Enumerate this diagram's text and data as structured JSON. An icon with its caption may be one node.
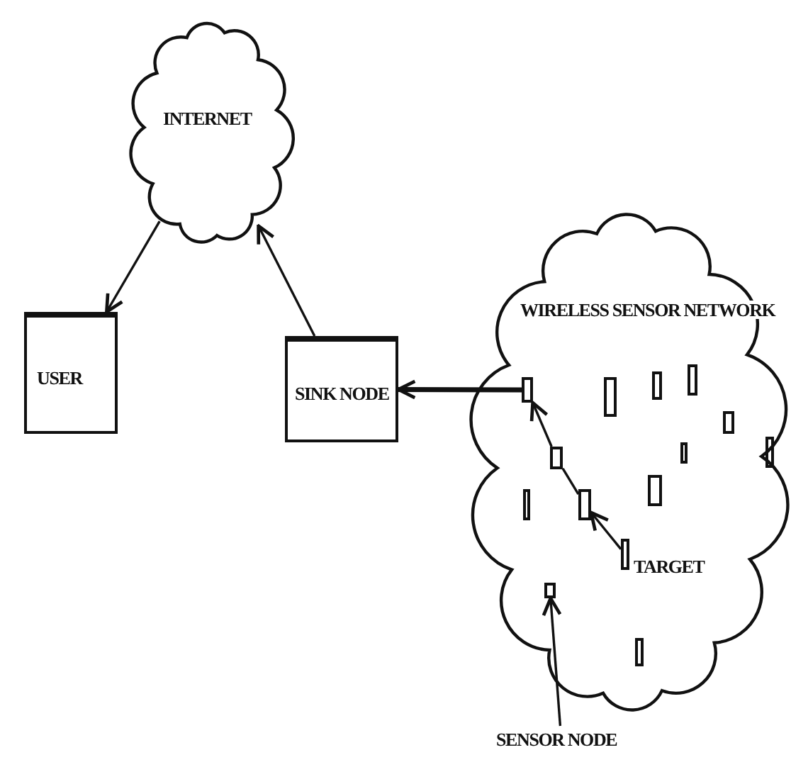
{
  "diagram": {
    "nodes": [
      {
        "text": [
          "INTERNET"
        ]
      },
      {
        "text": [
          "USER"
        ]
      },
      {
        "text": [
          "SINK NODE"
        ]
      },
      {
        "text": [
          "WIRELESS SENSOR NETWORK"
        ]
      },
      {
        "text": [],
        "shape": "box",
        "in": 3
      },
      {
        "text": [],
        "shape": "box",
        "in": 3
      },
      {
        "text": [],
        "shape": "box",
        "in": 3
      },
      {
        "text": [],
        "shape": "box",
        "in": 3
      },
      {
        "text": [],
        "shape": "box",
        "in": 3
      },
      {
        "text": [],
        "shape": "box",
        "in": 3
      },
      {
        "text": [],
        "shape": "box",
        "in": 3
      },
      {
        "text": [],
        "shape": "box",
        "in": 3
      },
      {
        "text": [],
        "shape": "box",
        "in": 3
      },
      {
        "text": [],
        "shape": "box",
        "in": 3
      },
      {
        "text": [],
        "shape": "box",
        "in": 3
      },
      {
        "text": [],
        "shape": "box",
        "in": 3
      },
      {
        "text": [],
        "shape": "box",
        "in": 3
      },
      {
        "text": [],
        "shape": "box",
        "in": 3
      },
      {
        "text": [
          "SENSOR NODE"
        ]
      }
    ],
    "edges": [
      {
        "from": 0,
        "to": 1,
        "arrow": "to"
      },
      {
        "from": 2,
        "to": 0,
        "arrow": "to"
      },
      {
        "from": 6,
        "to": 2,
        "arrow": "to",
        "style": "thick"
      },
      {
        "from": 15,
        "to": 14,
        "arrow": "to"
      },
      {
        "from": 14,
        "to": 11,
        "arrow": "none"
      },
      {
        "from": 11,
        "to": 6,
        "arrow": "to"
      },
      {
        "from": 18,
        "to": 16,
        "arrow": "to"
      }
    ],
    "labels": [
      "TARGET"
    ]
  }
}
